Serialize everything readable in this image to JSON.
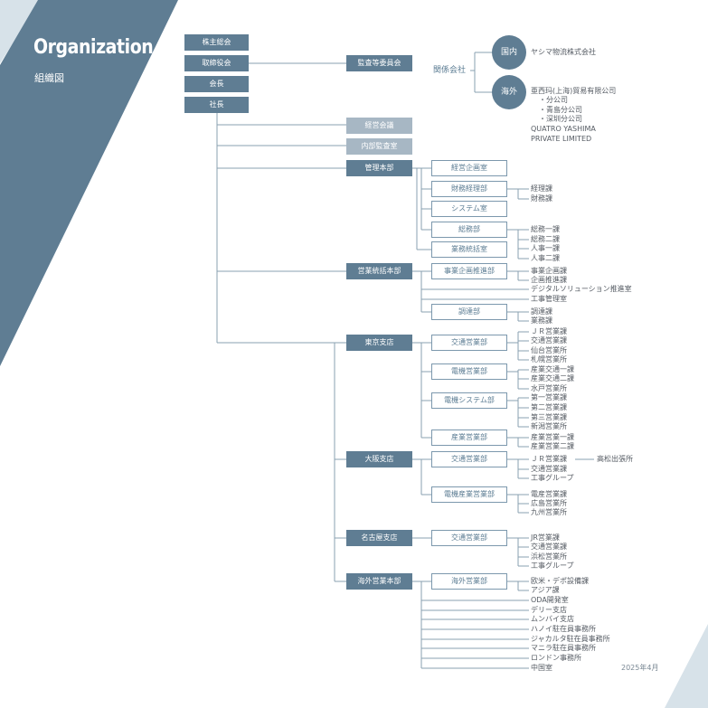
{
  "header": {
    "title": "Organization",
    "subtitle": "組織図"
  },
  "top": {
    "shareholders": "株主総会",
    "board": "取締役会",
    "chairman": "会長",
    "president": "社長",
    "audit": "監査等委員会"
  },
  "affiliates": {
    "label": "関係会社",
    "domestic": {
      "label": "国内",
      "companies": [
        "ヤシマ物流株式会社"
      ]
    },
    "overseas": {
      "label": "海外",
      "companies": [
        "亜西玛(上海)貿易有限公司",
        "・分公司",
        "・青島分公司",
        "・深圳分公司",
        "QUATRO YASHIMA",
        "PRIVATE LIMITED"
      ]
    }
  },
  "committees": {
    "management": "経営会議",
    "internal_audit": "内部監査室"
  },
  "admin": {
    "label": "管理本部",
    "planning": "経営企画室",
    "finance": {
      "label": "財務経理部",
      "sections": [
        "経理課",
        "財務課"
      ]
    },
    "system": "システム室",
    "general": {
      "label": "総務部",
      "sections": [
        "総務一課",
        "総務二課",
        "人事一課",
        "人事二課"
      ]
    },
    "business_control": "業務統括室"
  },
  "sales_hq": {
    "label": "営業統括本部",
    "planning": {
      "label": "事業企画推進部",
      "sections": [
        "事業企画課",
        "企画推進課",
        "デジタルソリューション推進室",
        "工事管理室"
      ]
    },
    "procurement": {
      "label": "調達部",
      "sections": [
        "調達課",
        "業務課"
      ]
    }
  },
  "tokyo": {
    "label": "東京支店",
    "transport": {
      "label": "交通営業部",
      "sections": [
        "ＪＲ営業課",
        "交通営業課",
        "仙台営業所",
        "札幌営業所"
      ]
    },
    "electric": {
      "label": "電機営業部",
      "sections": [
        "産業交通一課",
        "産業交通二課",
        "水戸営業所"
      ]
    },
    "electric_system": {
      "label": "電機システム部",
      "sections": [
        "第一営業課",
        "第二営業課",
        "第三営業課",
        "新潟営業所"
      ]
    },
    "industrial": {
      "label": "産業営業部",
      "sections": [
        "産業営業一課",
        "産業営業二課"
      ]
    }
  },
  "osaka": {
    "label": "大阪支店",
    "transport": {
      "label": "交通営業部",
      "sections": [
        "ＪＲ営業課",
        "交通営業課",
        "工事グループ"
      ],
      "sub_office": "高松出張所"
    },
    "electric_industrial": {
      "label": "電機産業営業部",
      "sections": [
        "電産営業課",
        "広島営業所",
        "九州営業所"
      ]
    }
  },
  "nagoya": {
    "label": "名古屋支店",
    "transport": {
      "label": "交通営業部",
      "sections": [
        "JR営業課",
        "交通営業課",
        "浜松営業所",
        "工事グループ"
      ]
    }
  },
  "overseas_hq": {
    "label": "海外営業本部",
    "sales": {
      "label": "海外営業部",
      "sections": [
        "欧米・デポ設備課",
        "アジア課"
      ]
    },
    "units": [
      "ODA開発室",
      "デリー支店",
      "ムンバイ支店",
      "ハノイ駐在員事務所",
      "ジャカルタ駐在員事務所",
      "マニラ駐在員事務所",
      "ロンドン事務所",
      "中国室"
    ]
  },
  "date": "2025年4月",
  "colors": {
    "dark": "#5f7d93",
    "light": "#a7b7c4",
    "outline": "#7c98ad",
    "text": "#555b63"
  }
}
